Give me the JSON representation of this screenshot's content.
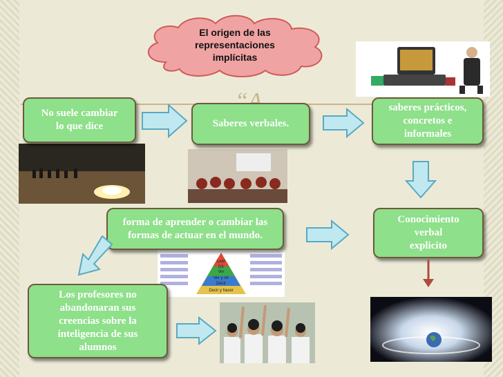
{
  "title": "El origen de las\nrepresentaciones\nimplícitas",
  "quote_mark": "“A",
  "boxes": {
    "no_suele": "No suele cambiar\nlo que dice",
    "saberes_verbales": "Saberes verbales.",
    "saberes_practicos": "saberes prácticos,\nconcretos e\ninformales",
    "forma_aprender": "forma de aprender o cambiar las\nformas de actuar en el mundo.",
    "conocimiento": "Conocimiento\nverbal\nexplicito",
    "profesores": "Los profesores no\nabandonaran sus\ncreencias sobre la\ninteligencia de sus\nalumnos"
  },
  "pyramid_levels": [
    "Leer",
    "Oír",
    "Ver",
    "Ver y oír",
    "Decir",
    "Decir y hacer"
  ],
  "colors": {
    "box_fill": "#8ee08a",
    "box_border": "#6c5a3c",
    "cloud_fill": "#f0a3a3",
    "cloud_border": "#d05a5a",
    "arrow_fill": "#bfe8f0",
    "arrow_border": "#5aa8c0",
    "down_arrow_dark": "#b04a3a"
  }
}
